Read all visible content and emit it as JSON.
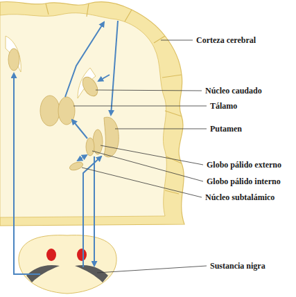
{
  "diagram": {
    "labels": [
      "Corteza cerebral",
      "Núcleo caudado",
      "Tálamo",
      "Putamen",
      "Globo pálido externo",
      "Globo pálido interno",
      "Núcleo subtalámico",
      "Sustancia nigra"
    ]
  }
}
